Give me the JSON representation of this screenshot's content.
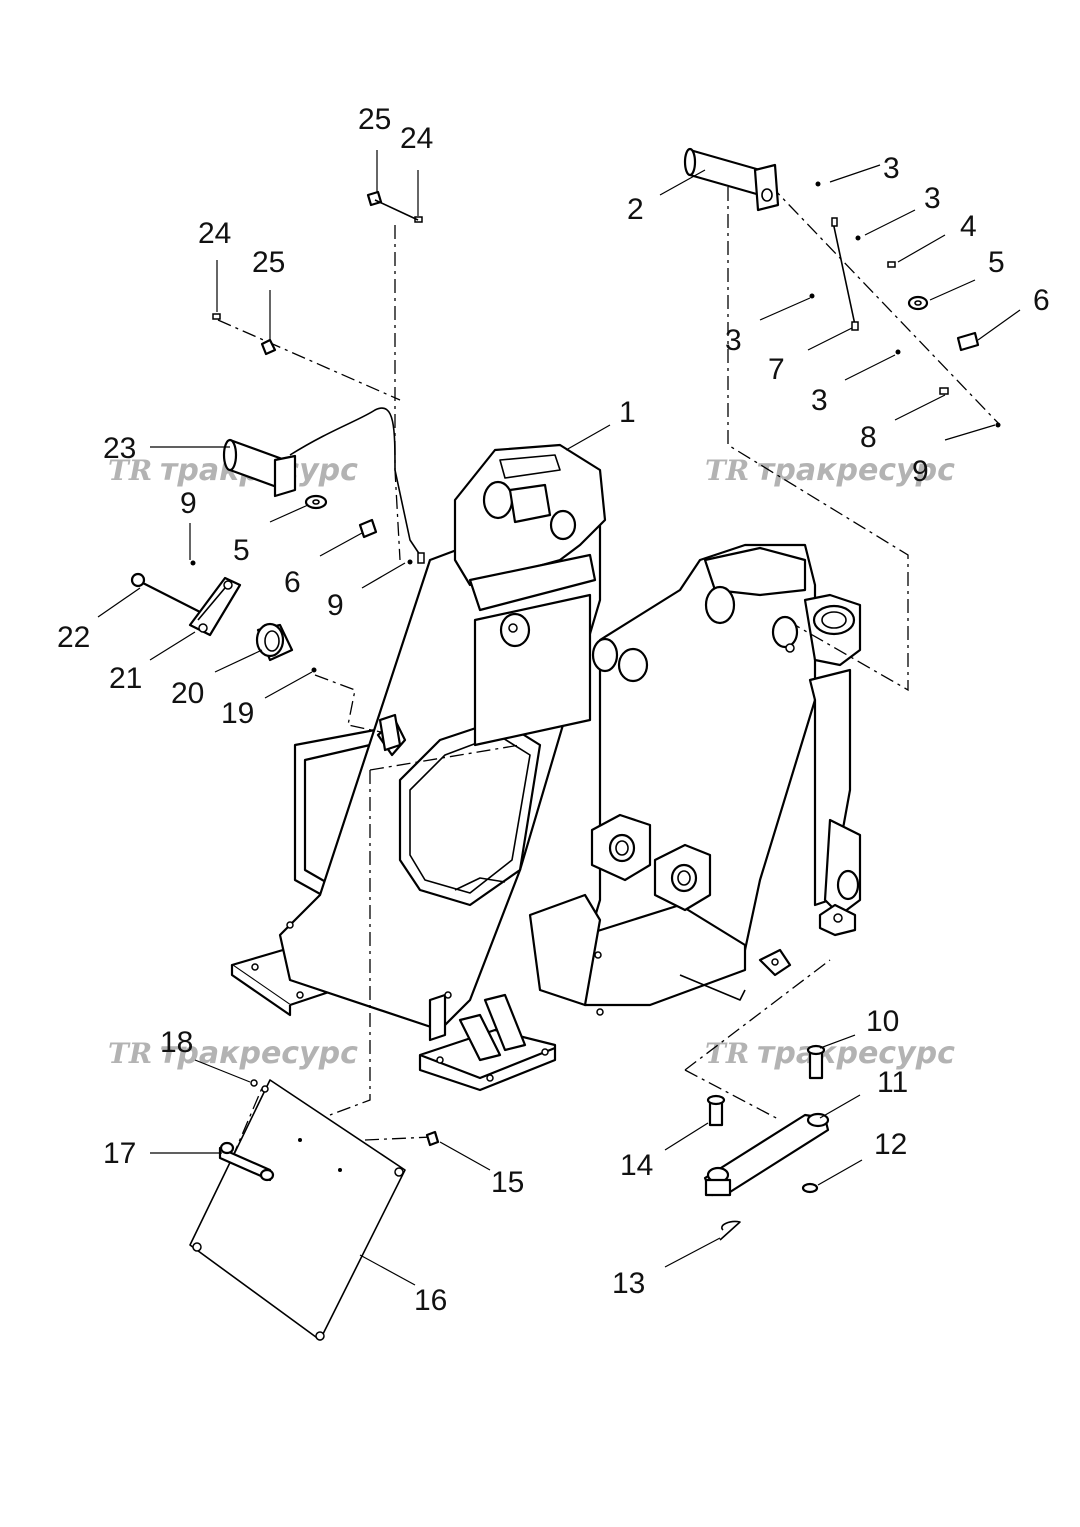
{
  "watermark": {
    "logo": "TR",
    "text": "тракресурс"
  },
  "callouts": [
    {
      "id": "1",
      "label": "1"
    },
    {
      "id": "2",
      "label": "2"
    },
    {
      "id": "3a",
      "label": "3"
    },
    {
      "id": "3b",
      "label": "3"
    },
    {
      "id": "4",
      "label": "4"
    },
    {
      "id": "5a",
      "label": "5"
    },
    {
      "id": "6a",
      "label": "6"
    },
    {
      "id": "3c",
      "label": "3"
    },
    {
      "id": "7",
      "label": "7"
    },
    {
      "id": "3d",
      "label": "3"
    },
    {
      "id": "8",
      "label": "8"
    },
    {
      "id": "9a",
      "label": "9"
    },
    {
      "id": "25a",
      "label": "25"
    },
    {
      "id": "24a",
      "label": "24"
    },
    {
      "id": "24b",
      "label": "24"
    },
    {
      "id": "25b",
      "label": "25"
    },
    {
      "id": "23",
      "label": "23"
    },
    {
      "id": "9b",
      "label": "9"
    },
    {
      "id": "5b",
      "label": "5"
    },
    {
      "id": "6b",
      "label": "6"
    },
    {
      "id": "9c",
      "label": "9"
    },
    {
      "id": "22",
      "label": "22"
    },
    {
      "id": "21",
      "label": "21"
    },
    {
      "id": "20",
      "label": "20"
    },
    {
      "id": "19",
      "label": "19"
    },
    {
      "id": "10",
      "label": "10"
    },
    {
      "id": "11",
      "label": "11"
    },
    {
      "id": "12",
      "label": "12"
    },
    {
      "id": "14",
      "label": "14"
    },
    {
      "id": "13",
      "label": "13"
    },
    {
      "id": "18",
      "label": "18"
    },
    {
      "id": "17",
      "label": "17"
    },
    {
      "id": "15",
      "label": "15"
    },
    {
      "id": "16",
      "label": "16"
    }
  ]
}
